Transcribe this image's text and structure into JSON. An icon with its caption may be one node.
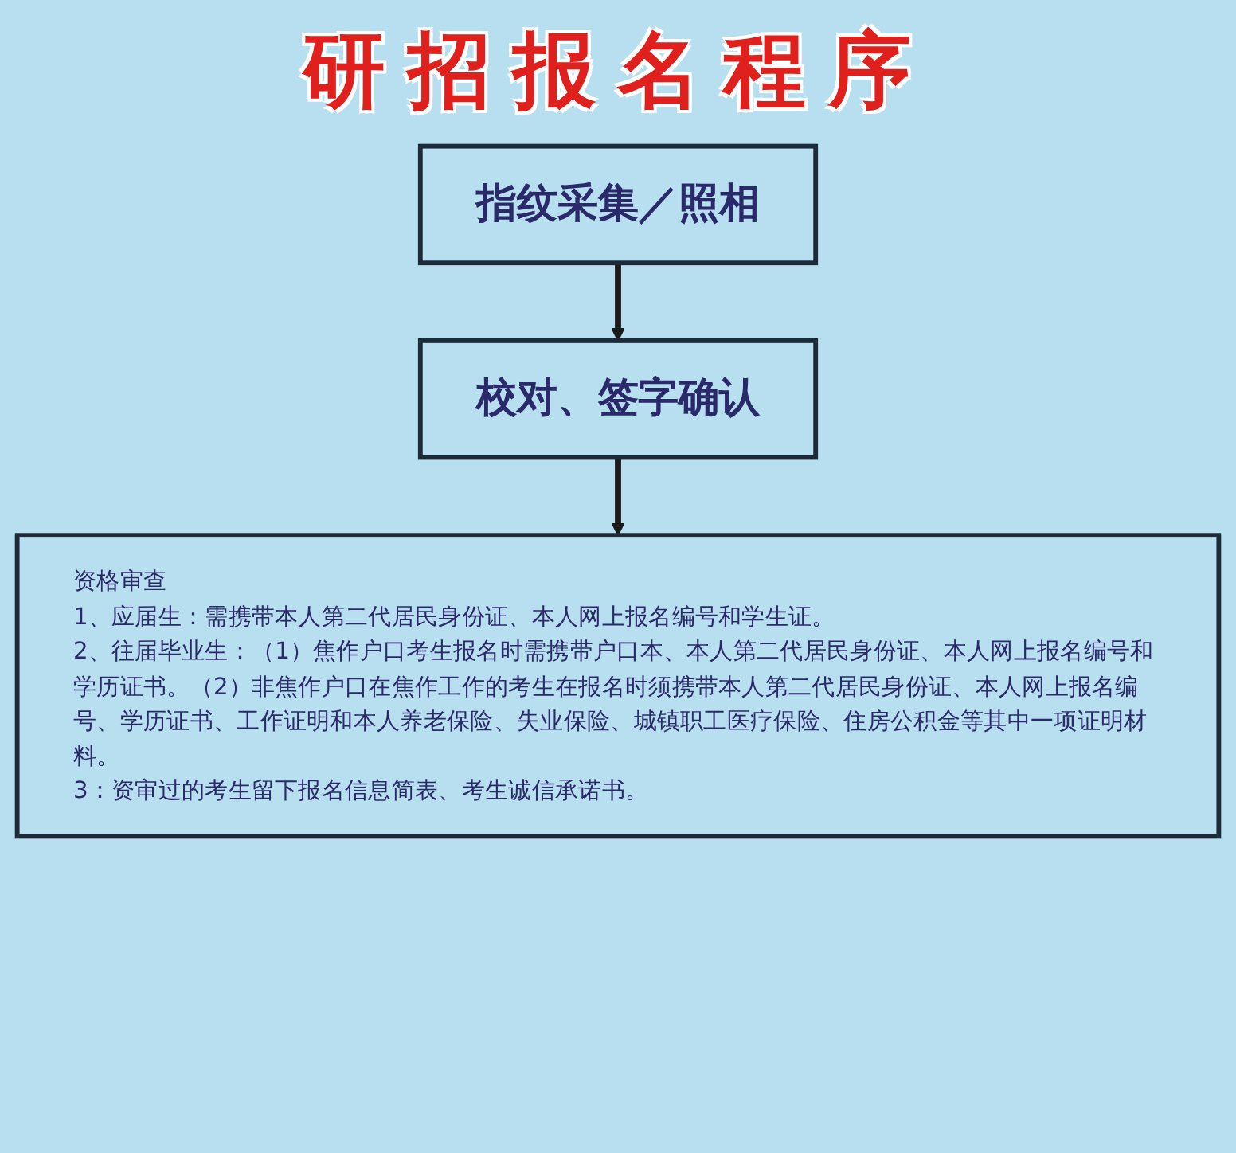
{
  "diagram": {
    "title": "研招报名程序",
    "nodes": [
      {
        "text": [
          "指纹采集／照相"
        ]
      },
      {
        "text": [
          "校对、签字确认"
        ]
      },
      {
        "text": [
          "资格审查",
          "1、应届生：需携带本人第二代居民身份证、本人网上报名编号和学生证。",
          "2、往届毕业生：（1）焦作户口考生报名时需携带户口本、本人第二代居民身份证、本人网上报名编号和学历证书。（2）非焦作户口在焦作工作的考生在报名时须携带本人第二代居民身份证、本人网上报名编号、学历证书、工作证明和本人养老保险、失业保险、城镇职工医疗保险、住房公积金等其中一项证明材料。",
          "3：资审过的考生留下报名信息简表、考生诚信承诺书。"
        ]
      }
    ],
    "edges": [
      {
        "from": 0,
        "to": 1,
        "arrow": "to"
      },
      {
        "from": 1,
        "to": 2,
        "arrow": "to"
      }
    ]
  }
}
